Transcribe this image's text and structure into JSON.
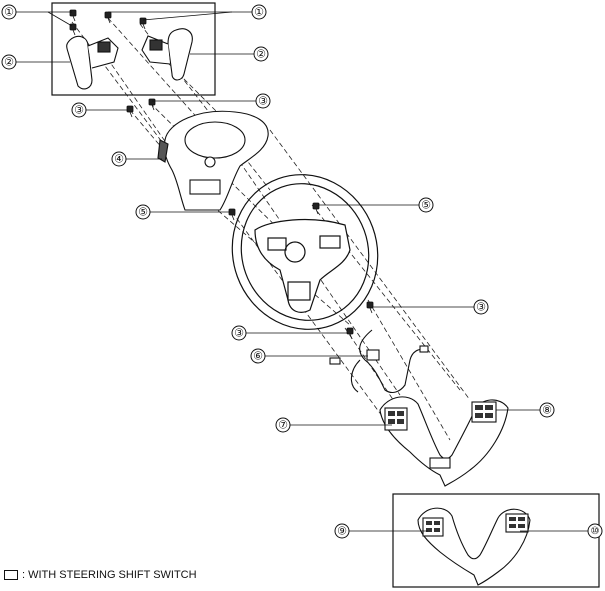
{
  "callouts": [
    {
      "id": "c1a",
      "label": "①"
    },
    {
      "id": "c1b",
      "label": "①"
    },
    {
      "id": "c2a",
      "label": "②"
    },
    {
      "id": "c2b",
      "label": "②"
    },
    {
      "id": "c3a",
      "label": "③"
    },
    {
      "id": "c3b",
      "label": "③"
    },
    {
      "id": "c3c",
      "label": "③"
    },
    {
      "id": "c3d",
      "label": "③"
    },
    {
      "id": "c4",
      "label": "④"
    },
    {
      "id": "c5a",
      "label": "⑤"
    },
    {
      "id": "c5b",
      "label": "⑤"
    },
    {
      "id": "c6",
      "label": "⑥"
    },
    {
      "id": "c7",
      "label": "⑦"
    },
    {
      "id": "c8",
      "label": "⑧"
    },
    {
      "id": "c9",
      "label": "⑨"
    },
    {
      "id": "c10",
      "label": "⑩"
    }
  ],
  "legend": {
    "text": ": WITH STEERING SHIFT SWITCH"
  }
}
